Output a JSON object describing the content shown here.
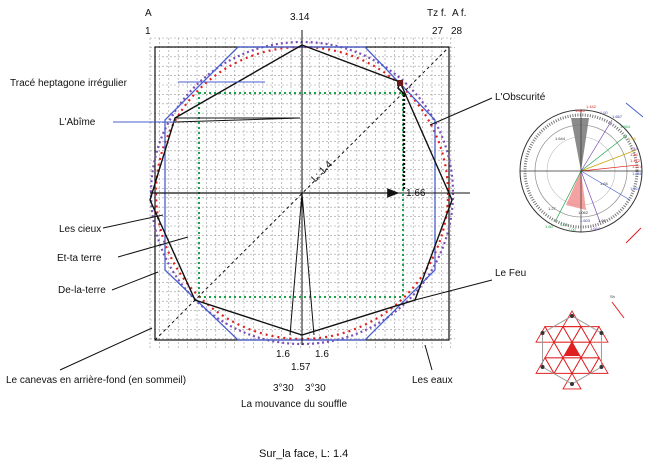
{
  "top_labels": {
    "a": "A",
    "one": "1",
    "pi": "3.14",
    "tzf": "Tz f.",
    "af": "A f.",
    "n27": "27",
    "n28": "28"
  },
  "left_labels": {
    "heptagone": "Tracé heptagone irrégulier",
    "abime": "L'Abîme",
    "cieux": "Les cieux",
    "et_ta_terre": "Et-ta terre",
    "de_la_terre": "De-la-terre",
    "canevas": "Le canevas en arrière-fond (en sommeil)"
  },
  "right_labels": {
    "obscurite": "L'Obscurité",
    "feu": "Le Feu",
    "eaux": "Les eaux"
  },
  "center_labels": {
    "diag": "L: 1.4",
    "arrow_val": "1.66"
  },
  "bottom_labels": {
    "left_val": "1.6",
    "right_val": "1.6",
    "center_val": "1.57",
    "angle_left": "3°30",
    "angle_right": "3°30",
    "souffle": "La mouvance du souffle"
  },
  "caption": "Sur_la face, L: 1.4",
  "inset_circle": {
    "labels": [
      "1.6x6",
      "1.442",
      "1.60",
      "1.667",
      "1.564",
      "1.44",
      "1.44",
      "1.44",
      "1.412",
      "1.274",
      "1.258",
      "1.224",
      "1.60",
      "1.60",
      "1.00",
      "1.603",
      "1.664",
      "1.60",
      "1.27",
      "1.062",
      "1.64",
      "1.644"
    ]
  },
  "inset_star": {
    "label": "Sh"
  },
  "colors": {
    "red": "#e02020",
    "blue": "#4a5fd0",
    "green": "#1aa34a",
    "navy": "#2c3a9a",
    "purple": "#7a4fb8",
    "pink": "#c33"
  }
}
